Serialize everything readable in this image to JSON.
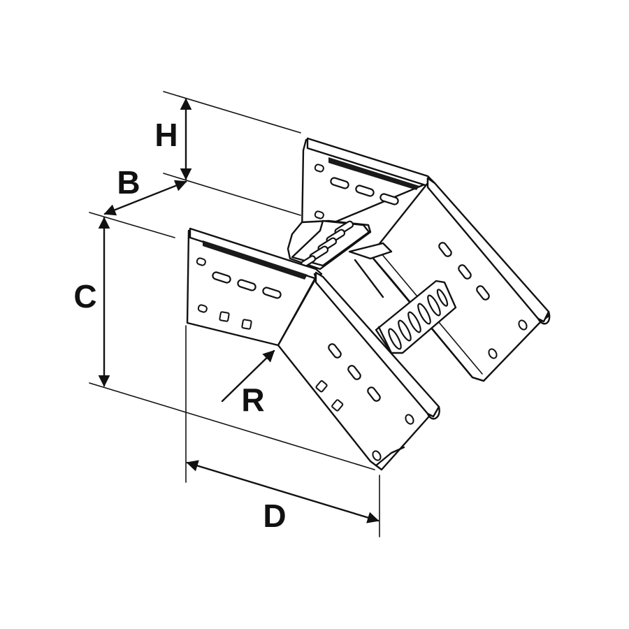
{
  "figure": {
    "colors": {
      "ink": "#111111",
      "paper": "#ffffff"
    },
    "dimensions": {
      "height": "H",
      "width": "B",
      "depth": "C",
      "radius": "R",
      "length": "D"
    }
  }
}
